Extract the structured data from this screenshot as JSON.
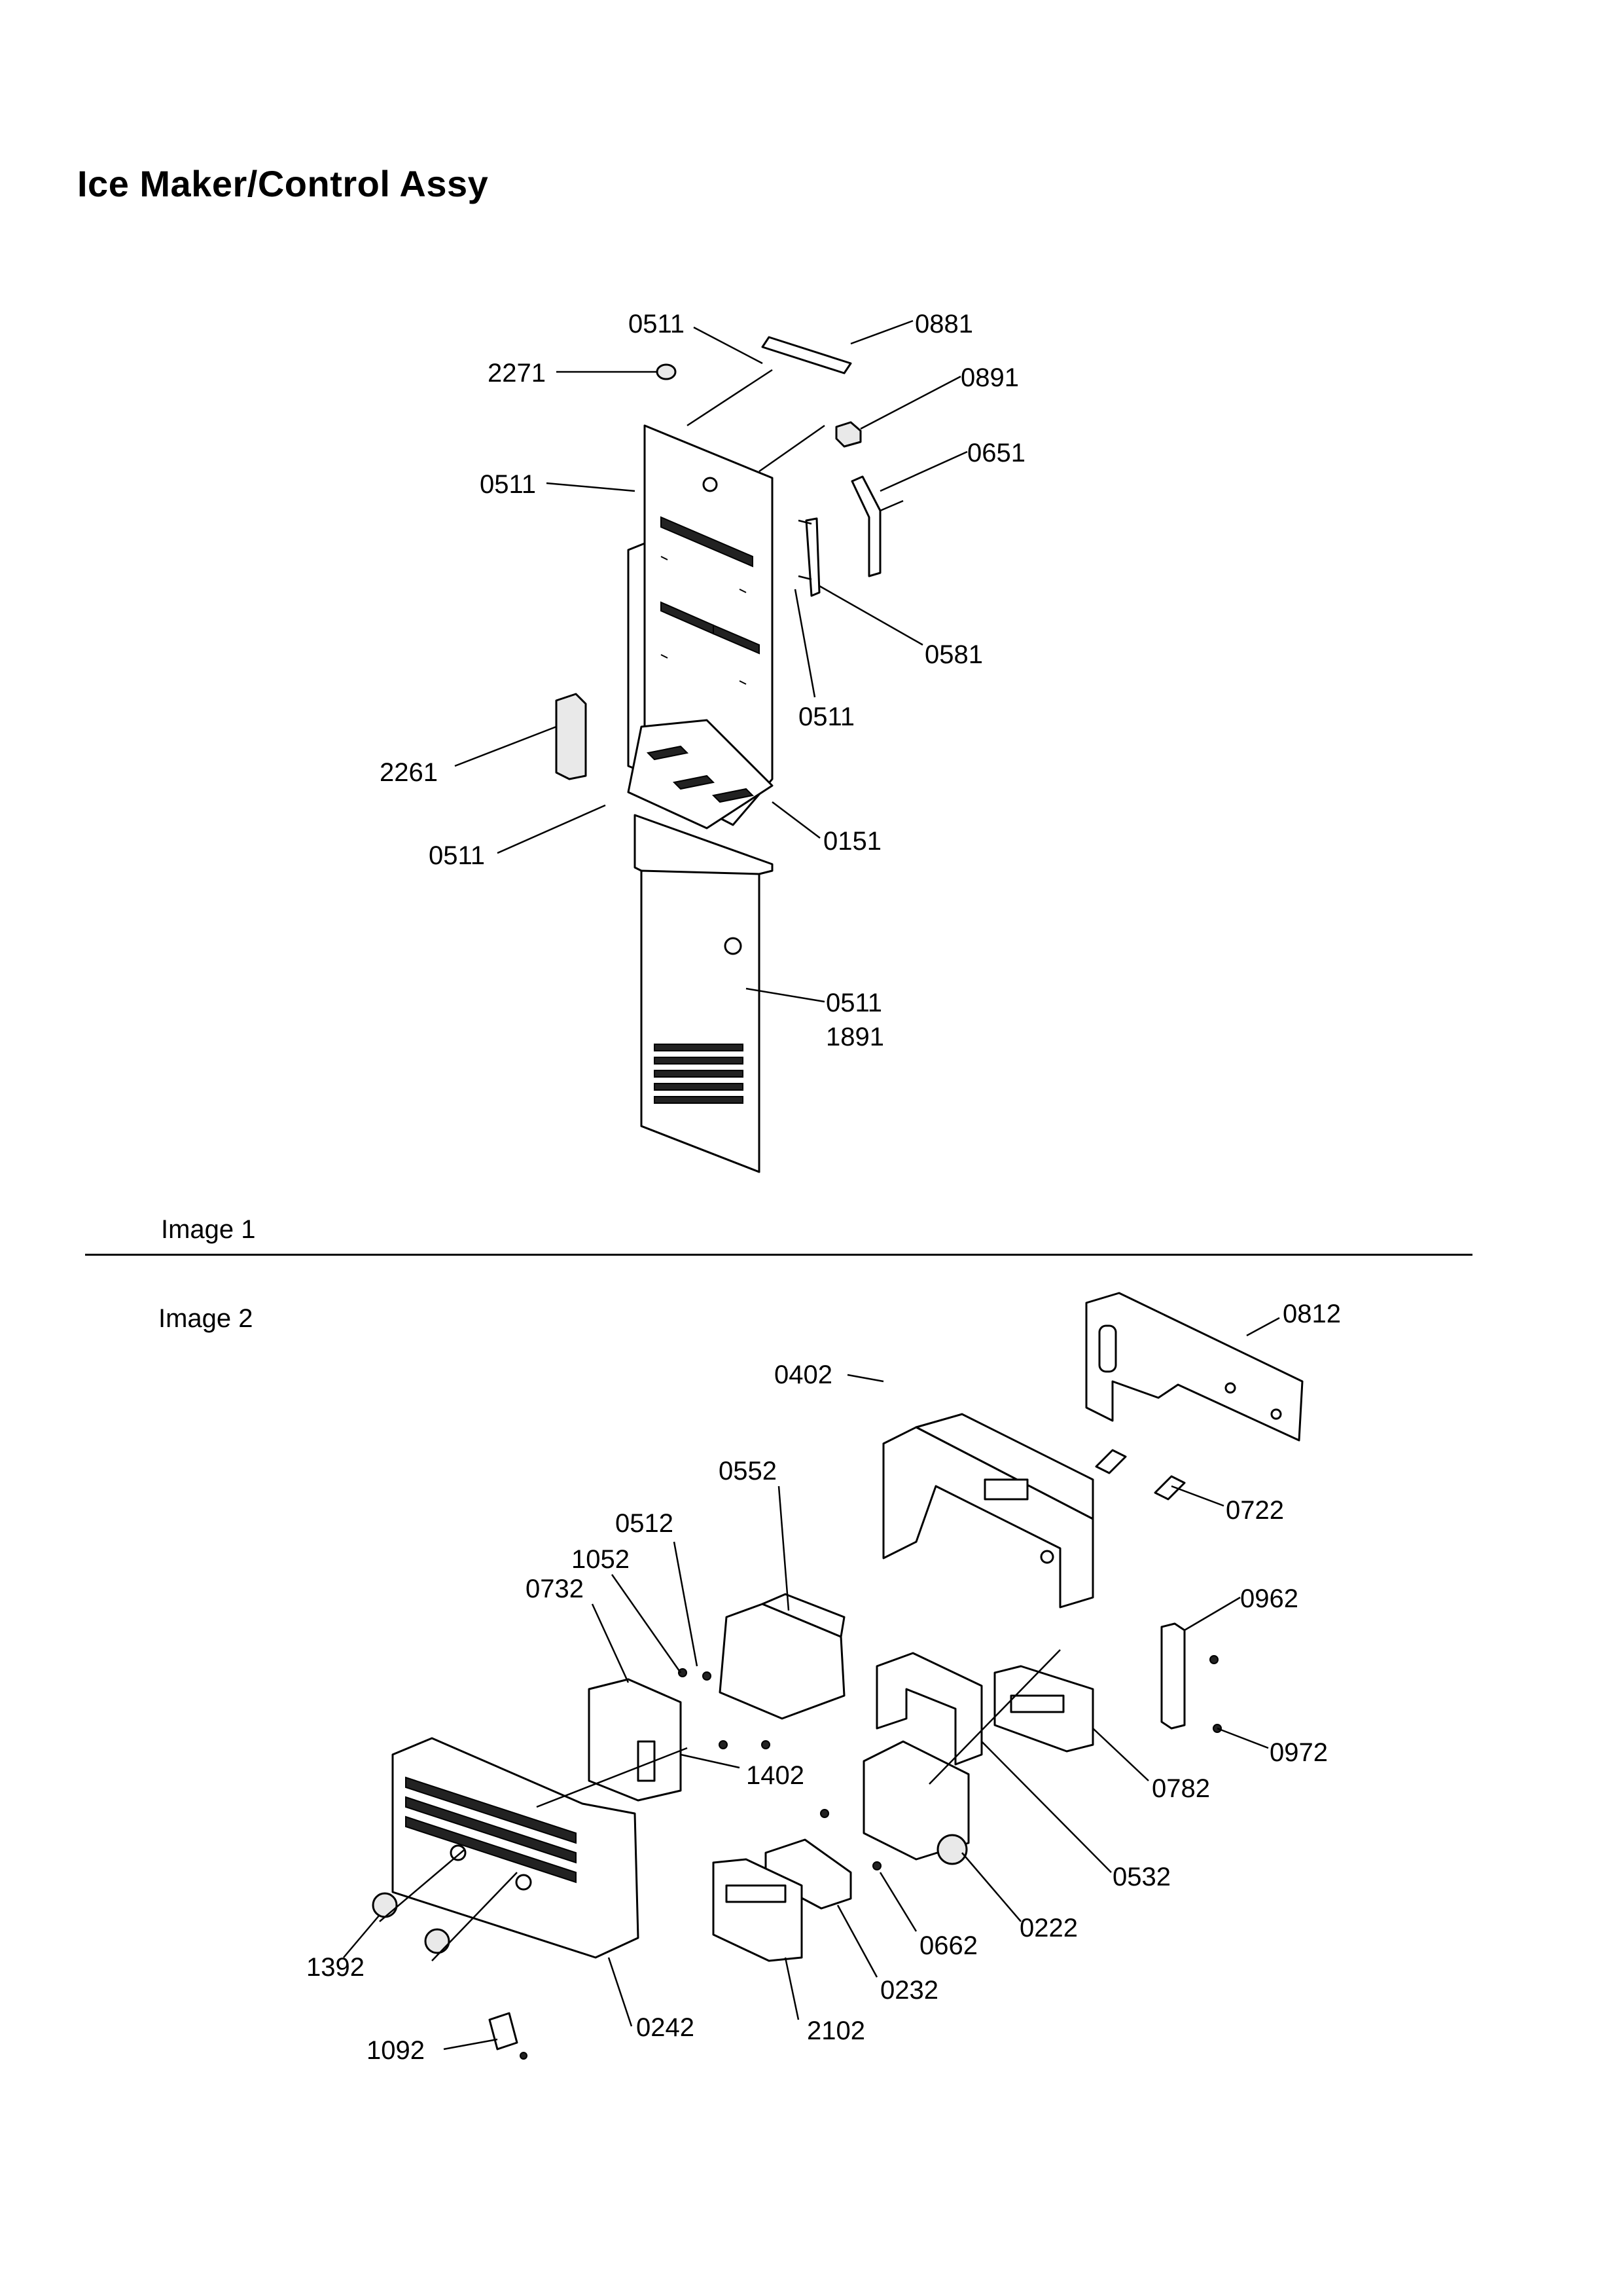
{
  "title": "Ice Maker/Control Assy",
  "sections": {
    "image1": "Image 1",
    "image2": "Image 2"
  },
  "image1_callouts": [
    "0511",
    "0881",
    "2271",
    "0891",
    "0651",
    "0511",
    "0581",
    "0511",
    "2261",
    "0151",
    "0511",
    "0511",
    "1891"
  ],
  "image2_callouts": [
    "0812",
    "0402",
    "0722",
    "0552",
    "0512",
    "1052",
    "0732",
    "0962",
    "1402",
    "0972",
    "0782",
    "0532",
    "0222",
    "0662",
    "1392",
    "0232",
    "2102",
    "0242",
    "1092"
  ]
}
